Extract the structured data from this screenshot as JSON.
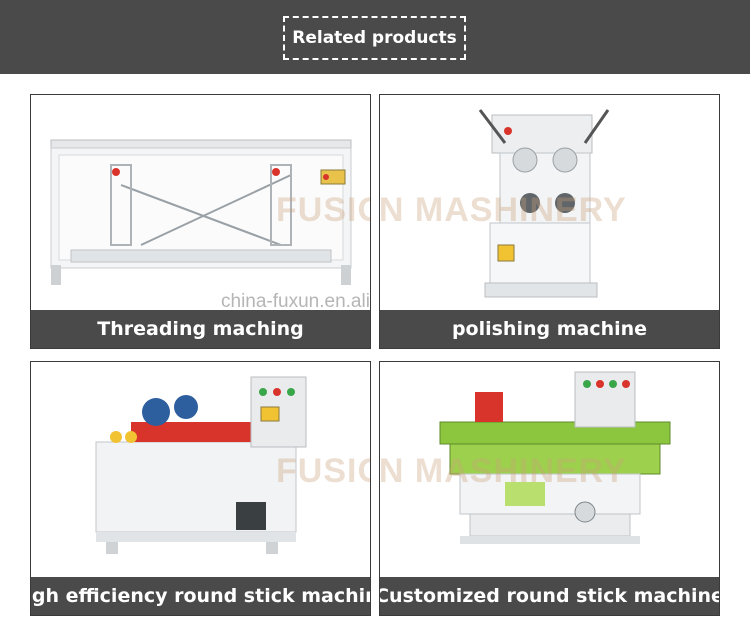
{
  "header": {
    "title": "Related products"
  },
  "products": [
    {
      "label": "Threading maching"
    },
    {
      "label": "polishing machine"
    },
    {
      "label": "High efficiency round stick machine"
    },
    {
      "label": "Customized round stick machine"
    }
  ],
  "watermark": {
    "brand": "FUSION MASHINERY",
    "url": "china-fuxun.en.alibaba.com"
  },
  "colors": {
    "banner": "#4a4a4a",
    "caption": "#4a4a4a",
    "machine_green": "#8cc63f",
    "machine_red": "#d9342b"
  }
}
